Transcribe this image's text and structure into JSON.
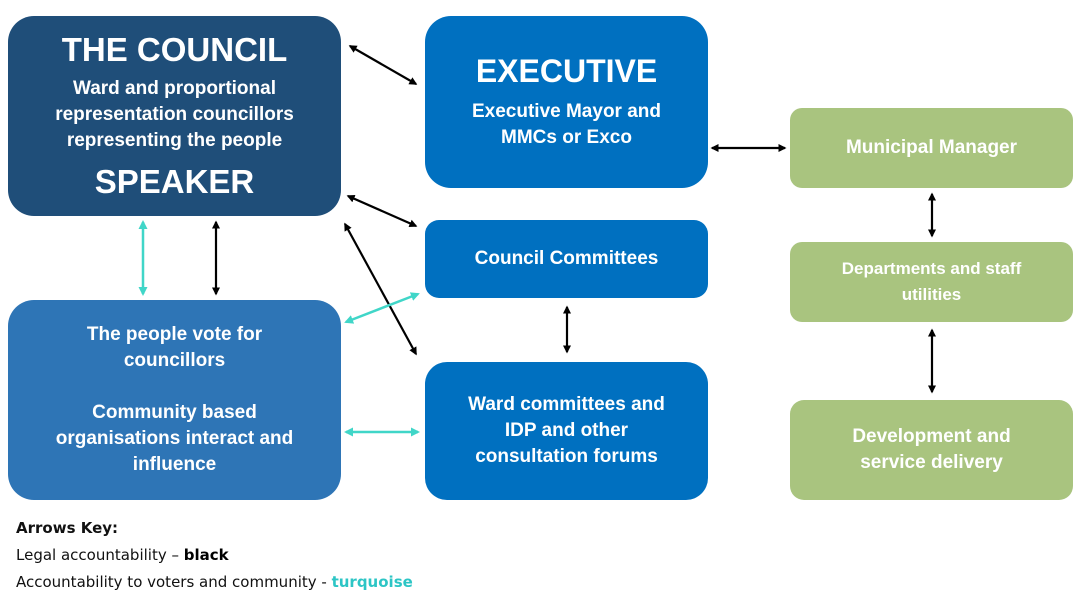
{
  "colors": {
    "council": "#1f4e79",
    "executive": "#0070c0",
    "people": "#2e75b6",
    "green": "#a9c47f",
    "black_arrow": "#000000",
    "turquoise_arrow": "#40d6c8"
  },
  "boxes": {
    "council": {
      "title": "THE COUNCIL",
      "line1": "Ward and proportional",
      "line2": "representation councillors",
      "line3": "representing the people",
      "speaker": "SPEAKER"
    },
    "executive": {
      "title": "EXECUTIVE",
      "line1": "Executive Mayor and",
      "line2": "MMCs or Exco"
    },
    "council_committees": {
      "label": "Council Committees"
    },
    "ward_committees": {
      "line1": "Ward committees and",
      "line2": "IDP and other",
      "line3": "consultation forums"
    },
    "people": {
      "line1": "The people vote for",
      "line2": "councillors",
      "line3": "Community based",
      "line4": "organisations interact and",
      "line5": "influence"
    },
    "municipal_manager": {
      "label": "Municipal Manager"
    },
    "departments": {
      "line1": "Departments and staff",
      "line2": "utilities"
    },
    "development": {
      "line1": "Development and",
      "line2": "service delivery"
    }
  },
  "key": {
    "heading": "Arrows Key:",
    "legal_text": "Legal accountability – ",
    "legal_color_word": "black",
    "voters_text": "Accountability to voters and community - ",
    "voters_color_word": "turquoise"
  }
}
